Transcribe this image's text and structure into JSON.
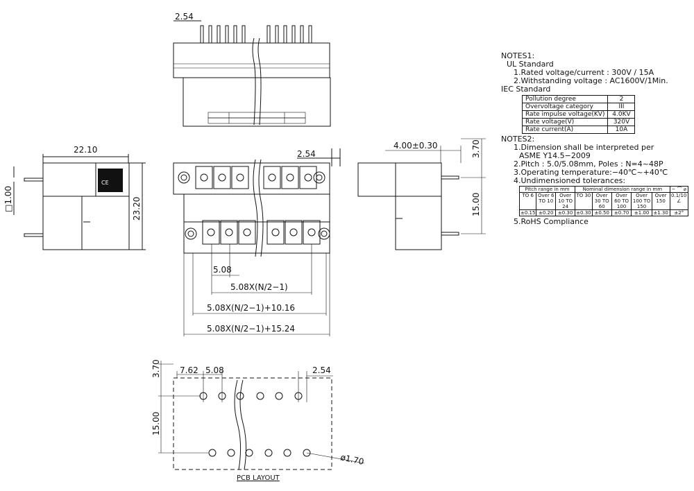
{
  "dimensions": {
    "top_pitch": "2.54",
    "left_width": "22.10",
    "left_height": "23.20",
    "left_pin": "□1.00",
    "front_pitch": "2.54",
    "front_5_08": "5.08",
    "front_span1": "5.08X(N/2−1)",
    "front_span2": "5.08X(N/2−1)+10.16",
    "front_span3": "5.08X(N/2−1)+15.24",
    "right_offset": "4.00±0.30",
    "right_3_70": "3.70",
    "right_15_00": "15.00",
    "pcb_3_70": "3.70",
    "pcb_7_62": "7.62",
    "pcb_5_08": "5.08",
    "pcb_2_54": "2.54",
    "pcb_15_00": "15.00",
    "pcb_hole": "ø1.70"
  },
  "pcb_label": "PCB LAYOUT",
  "notes1": {
    "title": "NOTES1:",
    "ul": "UL Standard",
    "ul1": "1.Rated voltage/current : 300V / 15A",
    "ul2": "2.Withstanding voltage : AC1600V/1Min.",
    "iec": "IEC Standard",
    "iec_table": [
      {
        "label": "Pollution degree",
        "value": "2"
      },
      {
        "label": "Overvoltage category",
        "value": "III"
      },
      {
        "label": "Rate impulse voltage(KV)",
        "value": "4.0KV"
      },
      {
        "label": "Rate voltage(V)",
        "value": "320V"
      },
      {
        "label": "Rate current(A)",
        "value": "10A"
      }
    ]
  },
  "notes2": {
    "title": "NOTES2:",
    "n1a": "1.Dimension shall be interpreted per",
    "n1b": "ASME Y14.5−2009",
    "n2": "2.Pitch : 5.0/5.08mm, Poles : N=4~48P",
    "n3": "3.Operating temperature:−40℃~+40℃",
    "n4": "4.Undimensioned tolerances:",
    "tol_h1": "Pitch range in mm",
    "tol_h2": "Nominal dimension range in mm",
    "tol_sym": "− ⌒ ⌀",
    "tol_ranges": [
      "TO 6",
      "Over 6 TO 10",
      "Over 10 TO 24",
      "TO 30",
      "Over 30 TO 60",
      "Over 60 TO 100",
      "Over 100 TO 150",
      "Over 150"
    ],
    "tol_sym2": "0.1/10",
    "tol_ang": "∠",
    "tol_values": [
      "±0.15",
      "±0.20",
      "±0.30",
      "±0.30",
      "±0.50",
      "±0.70",
      "±1.00",
      "±1.30",
      "±2°"
    ],
    "n5": "5.RoHS Compliance"
  }
}
